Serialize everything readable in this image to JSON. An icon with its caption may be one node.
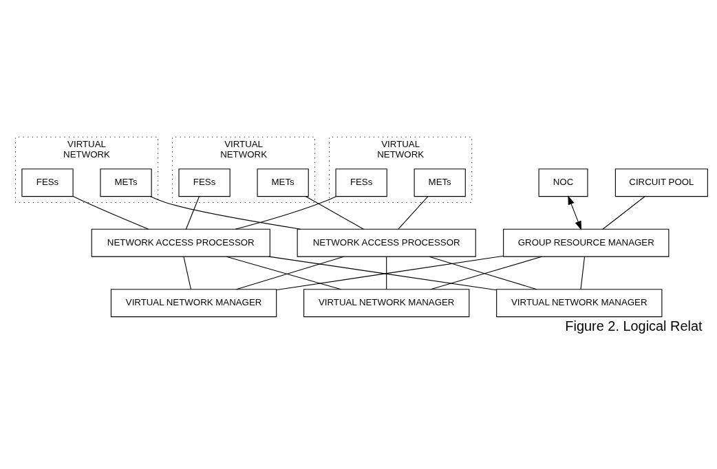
{
  "diagram": {
    "caption": "Figure 2. Logical Relat",
    "nodes": [
      {
        "text": [
          "VIRTUAL",
          "NETWORK"
        ]
      },
      {
        "text": [
          "METs"
        ],
        "in": 0
      },
      {
        "text": [
          "FESs"
        ],
        "in": 0
      },
      {
        "text": [
          "VIRTUAL",
          "NETWORK"
        ]
      },
      {
        "text": [
          "METs"
        ],
        "in": 3
      },
      {
        "text": [
          "FESs"
        ],
        "in": 3
      },
      {
        "text": [
          "VIRTUAL",
          "NETWORK"
        ]
      },
      {
        "text": [
          "METs"
        ],
        "in": 6
      },
      {
        "text": [
          "FESs"
        ],
        "in": 6
      },
      {
        "text": [
          "CIRCUIT POOL"
        ]
      },
      {
        "text": [
          "NETWORK ACCESS PROCESSOR"
        ]
      },
      {
        "text": [
          "NETWORK ACCESS PROCESSOR"
        ]
      },
      {
        "text": [
          "GROUP RESOURCE MANAGER"
        ]
      },
      {
        "text": [
          "VIRTUAL NETWORK MANAGER"
        ]
      },
      {
        "text": [
          "VIRTUAL NETWORK MANAGER"
        ]
      },
      {
        "text": [
          "VIRTUAL NETWORK MANAGER"
        ]
      },
      {
        "text": [
          "NOC"
        ]
      }
    ],
    "edges": [
      {
        "from": 1,
        "to": 10,
        "arrow": "none"
      },
      {
        "from": 10,
        "to": 15,
        "arrow": "none"
      },
      {
        "from": 4,
        "to": 10,
        "arrow": "none"
      },
      {
        "from": 10,
        "to": 14,
        "arrow": "none"
      },
      {
        "from": 7,
        "to": 10,
        "arrow": "none"
      },
      {
        "from": 10,
        "to": 13,
        "arrow": "none"
      },
      {
        "from": 2,
        "to": 11,
        "arrow": "none"
      },
      {
        "from": 11,
        "to": 15,
        "arrow": "none"
      },
      {
        "from": 5,
        "to": 11,
        "arrow": "none"
      },
      {
        "from": 11,
        "to": 14,
        "arrow": "none"
      },
      {
        "from": 8,
        "to": 11,
        "arrow": "none"
      },
      {
        "from": 11,
        "to": 13,
        "arrow": "none"
      },
      {
        "from": 9,
        "to": 12,
        "arrow": "none"
      },
      {
        "from": 12,
        "to": 13,
        "arrow": "none"
      },
      {
        "from": 12,
        "to": 14,
        "arrow": "none"
      },
      {
        "from": 12,
        "to": 15,
        "arrow": "none"
      },
      {
        "from": 16,
        "to": 12,
        "arrow": "both"
      }
    ]
  }
}
